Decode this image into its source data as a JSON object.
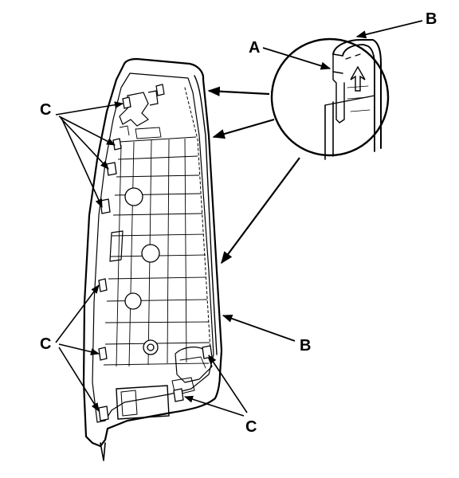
{
  "labels": {
    "a": "A",
    "b_top": "B",
    "b_side": "B",
    "c_upper": "C",
    "c_lower": "C",
    "c_bottom": "C"
  },
  "colors": {
    "ink": "#000000",
    "background": "#ffffff"
  }
}
